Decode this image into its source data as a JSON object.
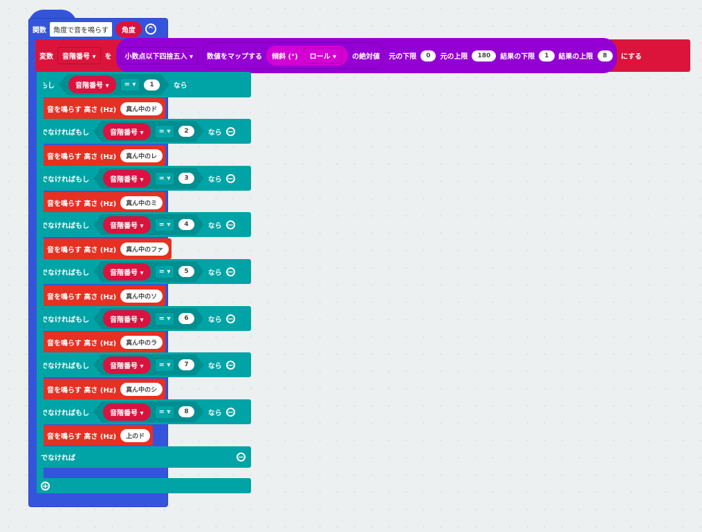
{
  "function": {
    "keyword": "関数",
    "name": "角度で音を鳴らす",
    "param": "角度",
    "collapse_icon": "chevron-up-circle"
  },
  "set": {
    "keyword": "変数",
    "variable": "音階番号",
    "to": "を",
    "round": "小数点以下四捨五入",
    "map": "数値をマップする",
    "tilt": "傾斜 (°)",
    "axis": "ロール",
    "abs": "の絶対値",
    "from_low_label": "元の下限",
    "from_low": "0",
    "from_high_label": "元の上限",
    "from_high": "180",
    "to_low_label": "結果の下限",
    "to_low": "1",
    "to_high_label": "結果の上限",
    "to_high": "8",
    "suffix": "にする"
  },
  "if": {
    "if_label": "もし",
    "elseif_label": "でなければもし",
    "then_label": "なら",
    "else_label": "でなければ",
    "variable": "音階番号",
    "op": "=",
    "branches": [
      {
        "value": "1",
        "note": "真ん中のド"
      },
      {
        "value": "2",
        "note": "真ん中のレ"
      },
      {
        "value": "3",
        "note": "真ん中のミ"
      },
      {
        "value": "4",
        "note": "真ん中のファ"
      },
      {
        "value": "5",
        "note": "真ん中のソ"
      },
      {
        "value": "6",
        "note": "真ん中のラ"
      },
      {
        "value": "7",
        "note": "真ん中のシ"
      },
      {
        "value": "8",
        "note": "上のド"
      }
    ]
  },
  "play": {
    "label": "音を鳴らす 高さ (Hz)"
  }
}
